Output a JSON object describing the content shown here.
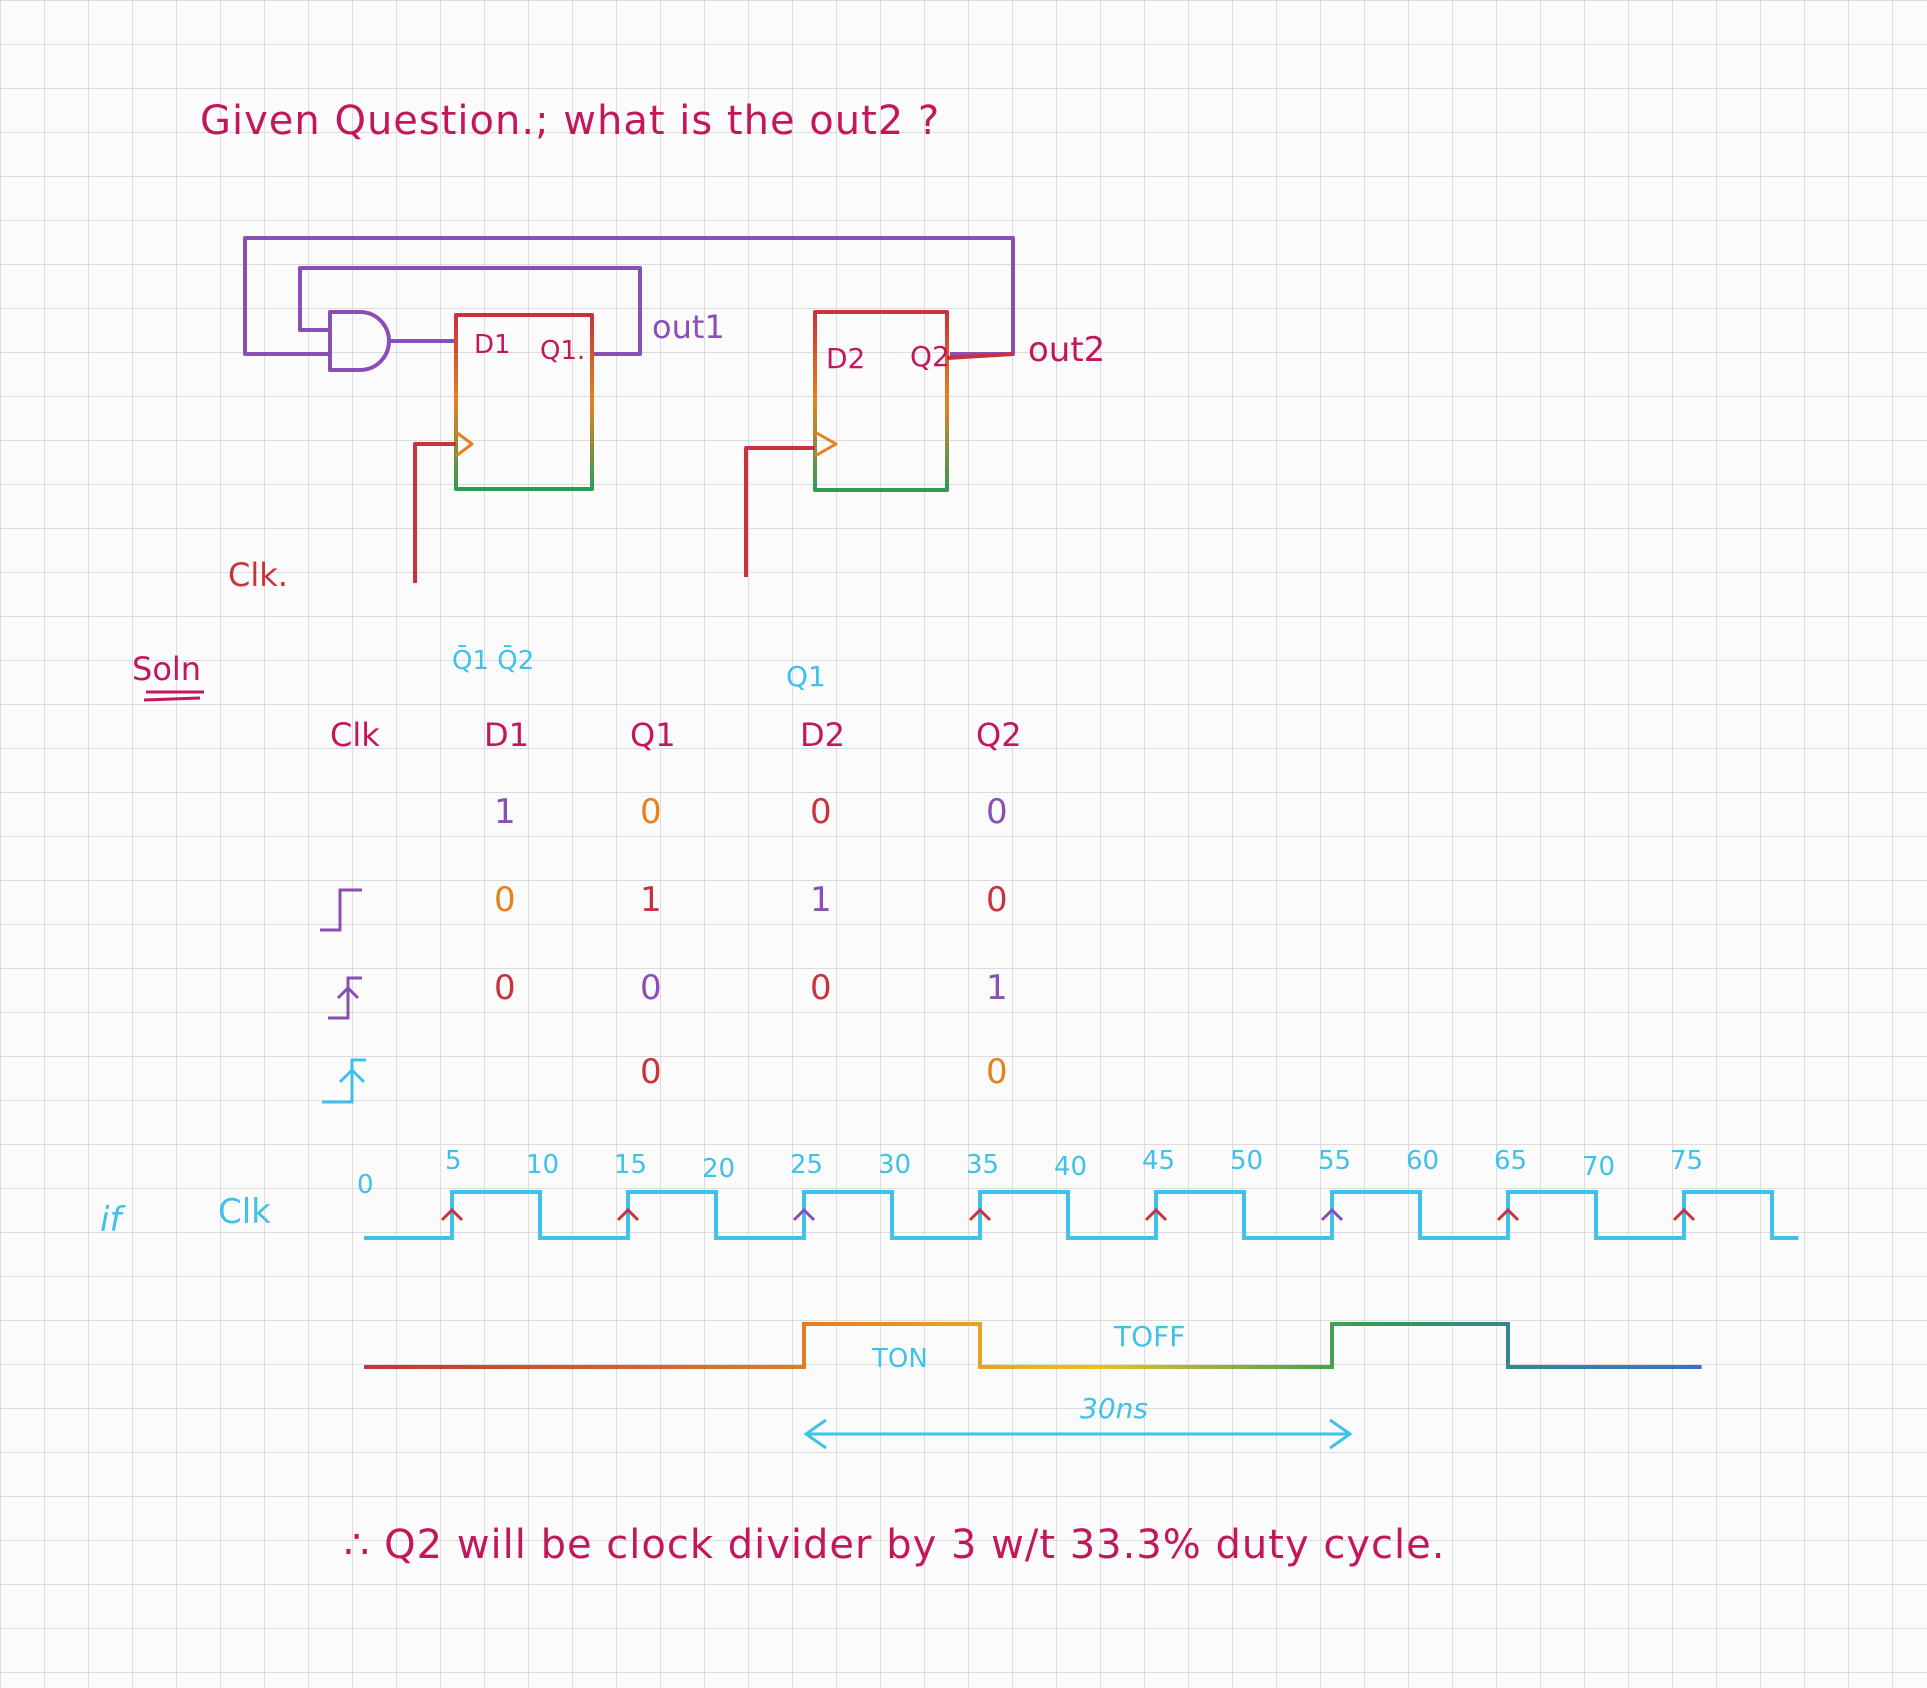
{
  "question": "Given Question.; what is the out2 ?",
  "circuit": {
    "d1": "D1",
    "q1": "Q1.",
    "d2": "D2",
    "q2": "Q2",
    "out1": "out1",
    "out2": "out2",
    "clk": "Clk."
  },
  "solution_label": "Soln",
  "table": {
    "note_d1": "Q̄1 Q̄2",
    "note_d2": "Q1",
    "headers": [
      "Clk",
      "D1",
      "Q1",
      "D2",
      "Q2"
    ],
    "rows": [
      {
        "clk": "",
        "d1": "1",
        "q1": "0",
        "d2": "0",
        "q2": "0"
      },
      {
        "clk": "↑",
        "d1": "0",
        "q1": "1",
        "d2": "1",
        "q2": "0"
      },
      {
        "clk": "↑",
        "d1": "0",
        "q1": "0",
        "d2": "0",
        "q2": "1"
      },
      {
        "clk": "↑",
        "d1": "",
        "q1": "0",
        "d2": "",
        "q2": "0"
      }
    ]
  },
  "timing": {
    "if_label": "if",
    "clk_label": "Clk",
    "ticks": [
      "0",
      "5",
      "10",
      "15",
      "20",
      "25",
      "30",
      "35",
      "40",
      "45",
      "50",
      "55",
      "60",
      "65",
      "70",
      "75"
    ],
    "ton": "TON",
    "toff": "TOFF",
    "period": "30ns",
    "clk_high_intervals_ns": [
      [
        5,
        10
      ],
      [
        15,
        20
      ],
      [
        25,
        30
      ],
      [
        35,
        40
      ],
      [
        45,
        50
      ],
      [
        55,
        60
      ],
      [
        65,
        70
      ],
      [
        75,
        80
      ]
    ],
    "q2_high_intervals_ns": [
      [
        25,
        35
      ],
      [
        55,
        65
      ]
    ]
  },
  "conclusion": "∴ Q2 will be clock divider by 3 w/t 33.3% duty cycle.",
  "colors": {
    "purple": "#8a4fb5",
    "red": "#c8323c",
    "magenta": "#c2185b",
    "blue": "#3fc1ea",
    "orange": "#e6821e",
    "green": "#2e9b57"
  }
}
